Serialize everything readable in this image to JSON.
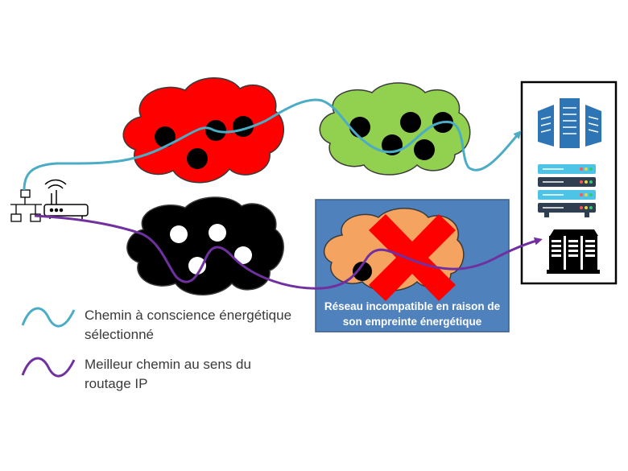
{
  "legend": {
    "energy_path": "Chemin à conscience énergétique sélectionné",
    "ip_path": "Meilleur chemin au sens du routage IP"
  },
  "incompatible_network": {
    "caption": "Réseau incompatible en raison de son empreinte énergétique"
  },
  "colors": {
    "energy_path": "#4bacc6",
    "ip_path": "#7030a0",
    "red_cloud": "#ff0000",
    "green_cloud": "#92d050",
    "black_cloud": "#000000",
    "orange_cloud": "#f4a460",
    "incompatible_box": "#4f81bd",
    "cross": "#ff0000",
    "server_blue": "#2e75b6"
  },
  "icons": [
    "network-topology-icon",
    "wifi-router-icon",
    "server-rack-icon",
    "server-stack-icon",
    "server-tower-icon"
  ]
}
